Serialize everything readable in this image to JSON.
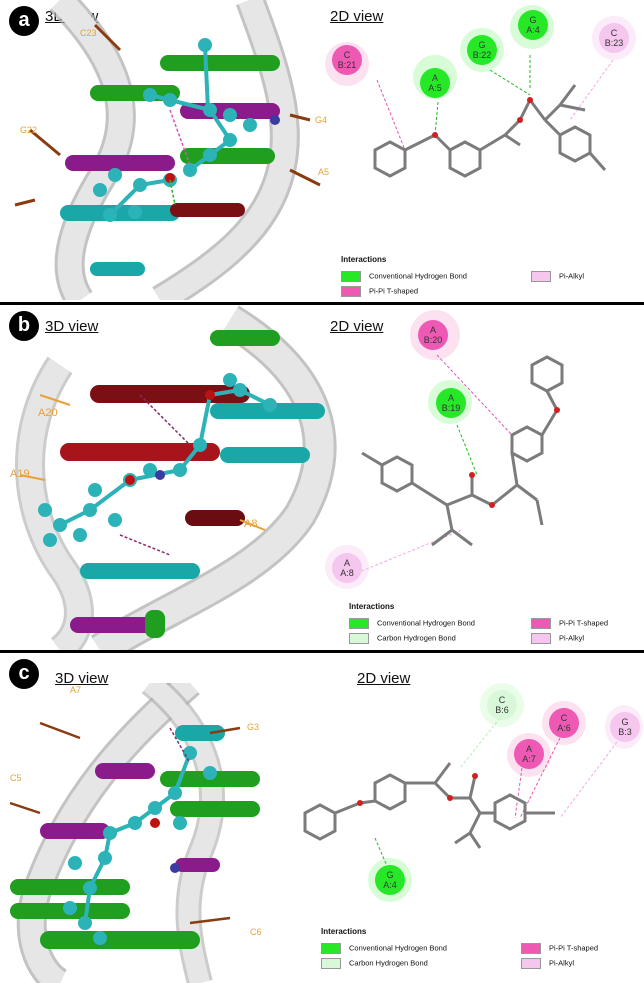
{
  "panels": [
    {
      "letter": "a",
      "title3d": "3D view",
      "title2d": "2D view",
      "residues3d": [
        "C23",
        "G22",
        "G4",
        "A5"
      ],
      "nodes": [
        {
          "l1": "C",
          "l2": "B:21",
          "kind": "pipi"
        },
        {
          "l1": "A",
          "l2": "A:5",
          "kind": "hbond"
        },
        {
          "l1": "G",
          "l2": "B:22",
          "kind": "hbond"
        },
        {
          "l1": "G",
          "l2": "A:4",
          "kind": "hbond"
        },
        {
          "l1": "C",
          "l2": "B:23",
          "kind": "pialkyl"
        }
      ],
      "legend": {
        "title": "Interactions",
        "items": [
          "Conventional Hydrogen Bond",
          "Pi-Alkyl",
          "Pi-Pi T-shaped"
        ]
      }
    },
    {
      "letter": "b",
      "title3d": "3D view",
      "title2d": "2D view",
      "residues3d": [
        "A20",
        "A19",
        "A8"
      ],
      "nodes": [
        {
          "l1": "A",
          "l2": "B:20",
          "kind": "pipi"
        },
        {
          "l1": "A",
          "l2": "B:19",
          "kind": "hbond"
        },
        {
          "l1": "A",
          "l2": "A:8",
          "kind": "pialkyl"
        }
      ],
      "legend": {
        "title": "Interactions",
        "items": [
          "Conventional Hydrogen Bond",
          "Pi-Pi T-shaped",
          "Carbon Hydrogen Bond",
          "Pi-Alkyl"
        ]
      }
    },
    {
      "letter": "c",
      "title3d": "3D view",
      "title2d": "2D view",
      "residues3d": [
        "A7",
        "C5",
        "G3",
        "C6"
      ],
      "nodes": [
        {
          "l1": "C",
          "l2": "B:6",
          "kind": "chbond"
        },
        {
          "l1": "C",
          "l2": "A:6",
          "kind": "pipi"
        },
        {
          "l1": "G",
          "l2": "B:3",
          "kind": "pialkyl"
        },
        {
          "l1": "A",
          "l2": "A:7",
          "kind": "pipi"
        },
        {
          "l1": "G",
          "l2": "A:4",
          "kind": "hbond"
        }
      ],
      "legend": {
        "title": "Interactions",
        "items": [
          "Conventional Hydrogen Bond",
          "Pi-Pi T-shaped",
          "Carbon Hydrogen Bond",
          "Pi-Alkyl"
        ]
      }
    }
  ],
  "colors": {
    "hbond": "#27e827",
    "chbond": "#d9f7d9",
    "pipi": "#ee59b4",
    "pialkyl": "#f5c6ee",
    "helix": "#c8c8c8",
    "cyan": "#1aa7a7",
    "green": "#1f9e1f",
    "purple": "#8b1a8b",
    "darkred": "#7a0f14",
    "ligand": "#2cb3b8",
    "bond2d": "#7b7b7b"
  }
}
